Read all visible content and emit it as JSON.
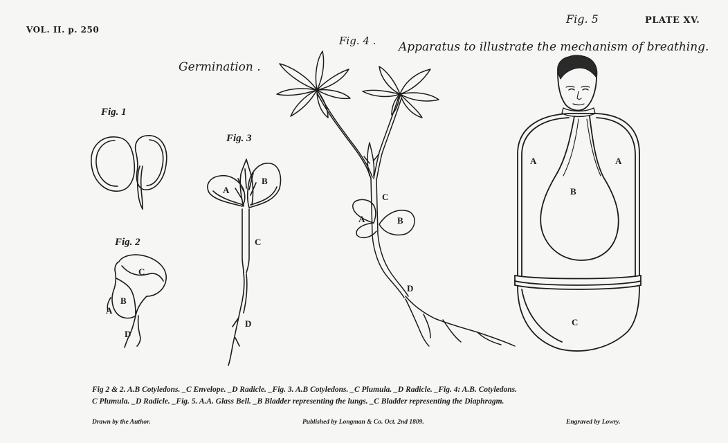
{
  "header": {
    "volume": "VOL. II. p. 250",
    "plate": "PLATE XV.",
    "fig5_title": "Fig. 5",
    "fig4_title": "Fig. 4 .",
    "apparatus_title": "Apparatus to illustrate the mechanism of breathing.",
    "germination": "Germination ."
  },
  "figures": {
    "fig1": "Fig. 1",
    "fig2": "Fig. 2",
    "fig3": "Fig. 3",
    "labels": {
      "fig2_c": "C",
      "fig2_b": "B",
      "fig2_a": "A",
      "fig2_d": "D",
      "fig3_a": "A",
      "fig3_b": "B",
      "fig3_c": "C",
      "fig3_d": "D",
      "fig4_a": "A",
      "fig4_b": "B",
      "fig4_c": "C",
      "fig4_d": "D",
      "fig5_a_left": "A",
      "fig5_a_right": "A",
      "fig5_b": "B",
      "fig5_c": "C"
    }
  },
  "caption": {
    "line1": "Fig 2 & 2. A.B Cotyledons. _C Envelope. _D Radicle. _Fig. 3. A.B Cotyledons. _C Plumula. _D Radicle. _Fig. 4: A.B. Cotyledons.",
    "line2": "C Plumula. _D Radicle. _Fig. 5. A.A. Glass Bell. _B Bladder representing the lungs. _C Bladder representing the Diaphragm."
  },
  "footer": {
    "drawn": "Drawn by the Author.",
    "published": "Published by Longman & Co. Oct. 2nd 1809.",
    "engraved": "Engraved by Lowry."
  }
}
